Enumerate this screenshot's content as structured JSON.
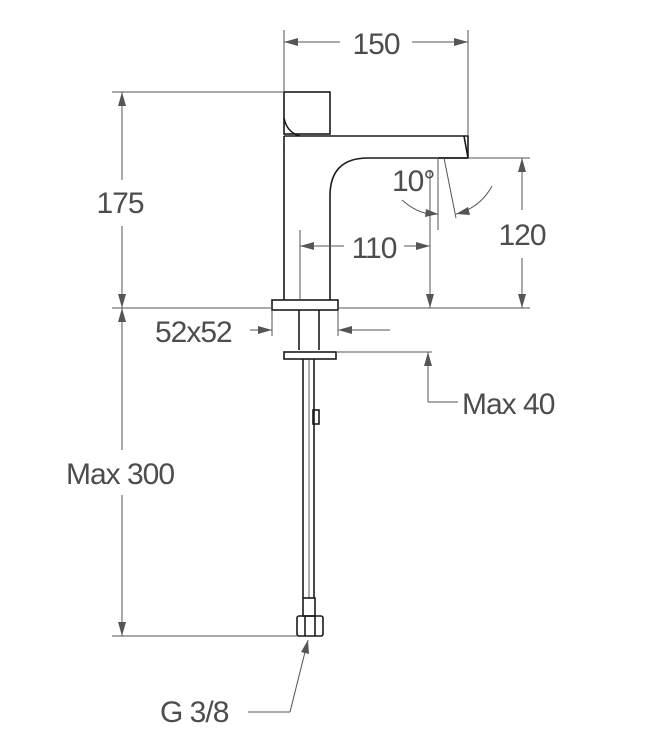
{
  "dimensions": {
    "width_top": "150",
    "height_total": "175",
    "spout_height": "120",
    "spout_angle": "10°",
    "spout_reach": "110",
    "base_size": "52x52",
    "deck_thickness": "Max 40",
    "hose_length": "Max 300",
    "connection": "G 3/8"
  },
  "colors": {
    "line": "#1a1a1a",
    "dimension": "#555555",
    "text": "#4d4d4d"
  }
}
